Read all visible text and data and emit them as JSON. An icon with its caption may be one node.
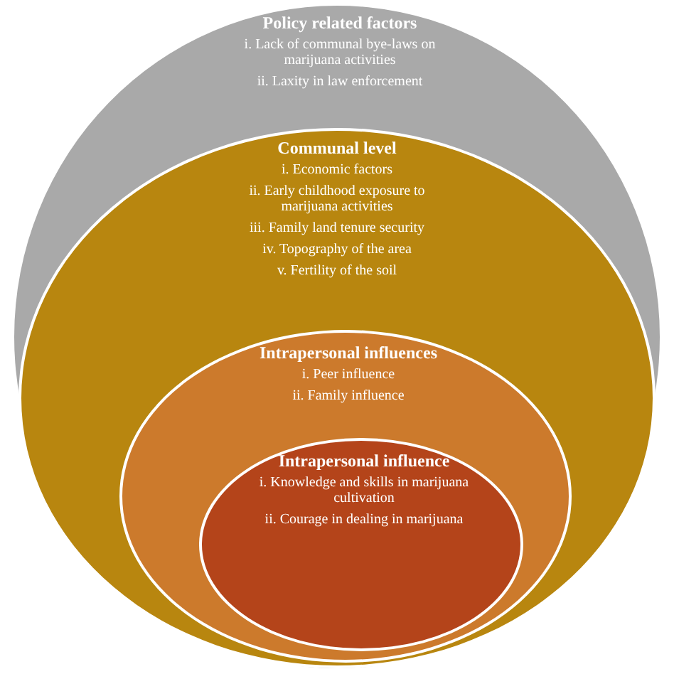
{
  "diagram": {
    "nodes": [
      {
        "text": [
          "Policy related factors",
          "i. Lack of communal bye-laws on marijuana activities",
          "ii. Laxity in law enforcement"
        ]
      },
      {
        "text": [
          "Communal level",
          "i. Economic factors",
          "ii. Early childhood exposure to marijuana activities",
          "iii. Family land tenure security",
          "iv. Topography of the area",
          "v. Fertility of the soil"
        ],
        "in": 0
      },
      {
        "text": [
          "Intrapersonal influences",
          "i. Peer influence",
          "ii. Family influence"
        ],
        "in": 1
      },
      {
        "text": [
          "Intrapersonal influence",
          "i. Knowledge and skills in marijuana cultivation",
          "ii. Courage in dealing in marijuana"
        ],
        "in": 2
      }
    ]
  }
}
